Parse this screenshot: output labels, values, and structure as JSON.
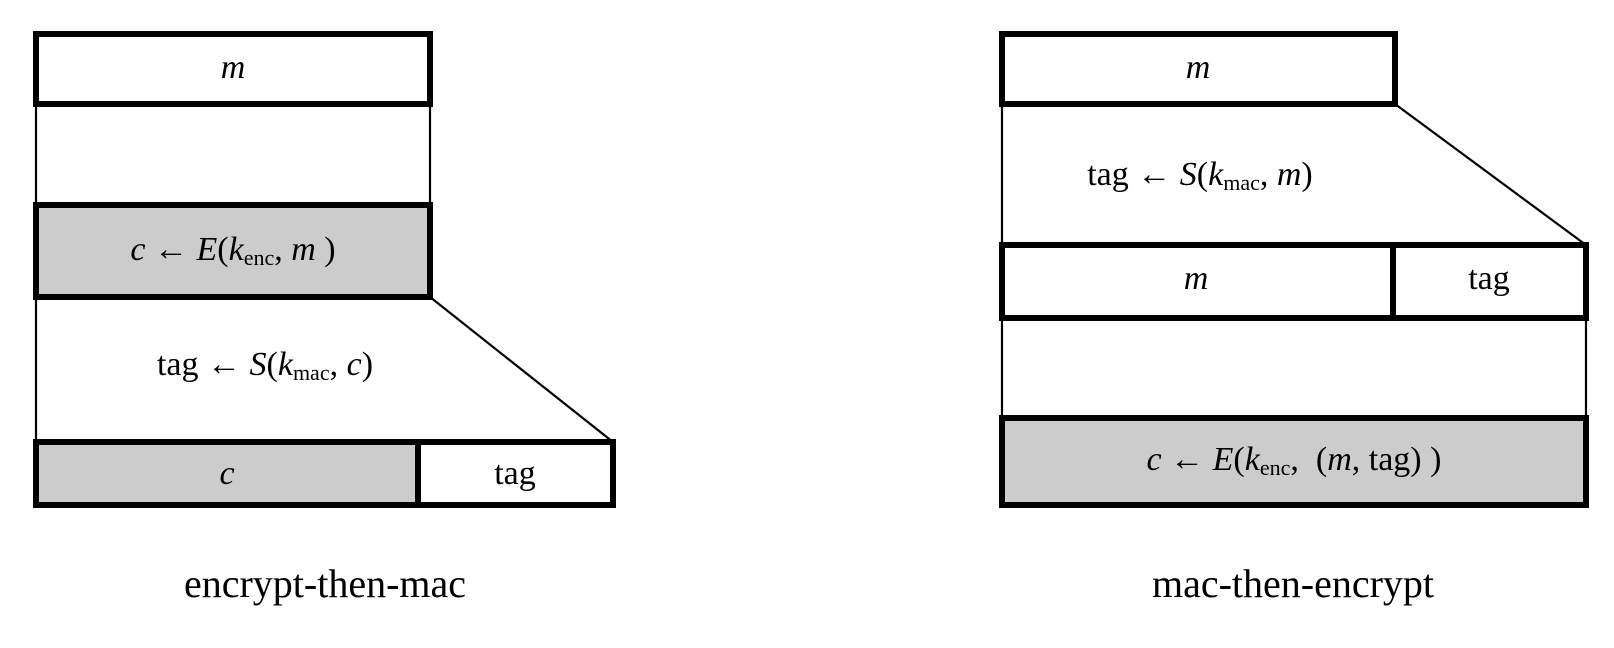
{
  "figure": {
    "background_color": "#ffffff",
    "stroke_color": "#000000",
    "highlight_fill": "#cccccc",
    "plain_fill": "#ffffff"
  },
  "diagrams": [
    {
      "id": "encrypt-then-mac",
      "caption": "encrypt-then-mac",
      "rows": [
        {
          "id": "message-box",
          "kind": "data-bar",
          "fill": "#ffffff",
          "segments": [
            {
              "id": "message-segment",
              "label": "m",
              "italic": true,
              "fill": "#ffffff"
            }
          ]
        },
        {
          "id": "encrypt-step",
          "kind": "operation",
          "fill": "#cccccc",
          "formula": {
            "output": "c",
            "arrow": "←",
            "function": "E",
            "key": "k",
            "key_subscript": "enc",
            "input": "m",
            "text": "c ← E(k_enc, m )"
          }
        },
        {
          "id": "mac-step",
          "kind": "operation",
          "fill": "#ffffff",
          "formula": {
            "output": "tag",
            "arrow": "←",
            "function": "S",
            "key": "k",
            "key_subscript": "mac",
            "input": "c",
            "text": "tag ← S(k_mac, c)"
          }
        },
        {
          "id": "output-bar",
          "kind": "data-bar",
          "segments": [
            {
              "id": "ciphertext-segment",
              "label": "c",
              "italic": true,
              "fill": "#cccccc"
            },
            {
              "id": "tag-segment",
              "label": "tag",
              "italic": false,
              "fill": "#ffffff"
            }
          ]
        }
      ]
    },
    {
      "id": "mac-then-encrypt",
      "caption": "mac-then-encrypt",
      "rows": [
        {
          "id": "message-box",
          "kind": "data-bar",
          "fill": "#ffffff",
          "segments": [
            {
              "id": "message-segment",
              "label": "m",
              "italic": true,
              "fill": "#ffffff"
            }
          ]
        },
        {
          "id": "mac-step",
          "kind": "operation",
          "fill": "#ffffff",
          "formula": {
            "output": "tag",
            "arrow": "←",
            "function": "S",
            "key": "k",
            "key_subscript": "mac",
            "input": "m",
            "text": "tag ← S(k_mac, m)"
          }
        },
        {
          "id": "message-tag-bar",
          "kind": "data-bar",
          "segments": [
            {
              "id": "message-segment",
              "label": "m",
              "italic": true,
              "fill": "#ffffff"
            },
            {
              "id": "tag-segment",
              "label": "tag",
              "italic": false,
              "fill": "#ffffff"
            }
          ]
        },
        {
          "id": "encrypt-step",
          "kind": "operation",
          "fill": "#cccccc",
          "formula": {
            "output": "c",
            "arrow": "←",
            "function": "E",
            "key": "k",
            "key_subscript": "enc",
            "input": "(m, tag)",
            "text": "c ← E(k_enc,  (m, tag) )"
          }
        }
      ]
    }
  ],
  "glyphs": {
    "left_arrow": "←",
    "open_paren": "(",
    "close_paren": ")",
    "comma": ","
  }
}
